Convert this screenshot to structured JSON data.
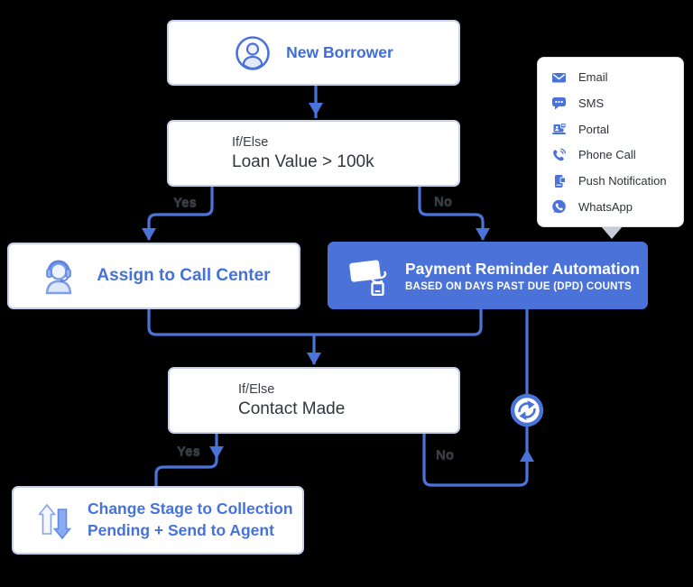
{
  "colors": {
    "background": "#000000",
    "accent_blue": "#4a72d8",
    "connector_blue": "#4a74da",
    "node_border": "#c6d1ef",
    "blue_text": "#4472da",
    "dark_text": "#33363c",
    "white": "#ffffff"
  },
  "flow": {
    "new_borrower": {
      "label": "New Borrower"
    },
    "loan_check": {
      "type_label": "If/Else",
      "condition": "Loan Value > 100k",
      "yes_label": "Yes",
      "no_label": "No"
    },
    "assign_call_center": {
      "label": "Assign to Call Center"
    },
    "payment_reminder": {
      "title": "Payment Reminder Automation",
      "subtitle": "BASED ON DAYS PAST DUE (DPD) COUNTS"
    },
    "contact_check": {
      "type_label": "If/Else",
      "condition": "Contact Made",
      "yes_label": "Yes",
      "no_label": "No"
    },
    "change_stage": {
      "label": "Change Stage to Collection Pending + Send to Agent"
    }
  },
  "channels": {
    "items": [
      {
        "label": "Email"
      },
      {
        "label": "SMS"
      },
      {
        "label": "Portal"
      },
      {
        "label": "Phone Call"
      },
      {
        "label": "Push Notification"
      },
      {
        "label": "WhatsApp"
      }
    ]
  }
}
